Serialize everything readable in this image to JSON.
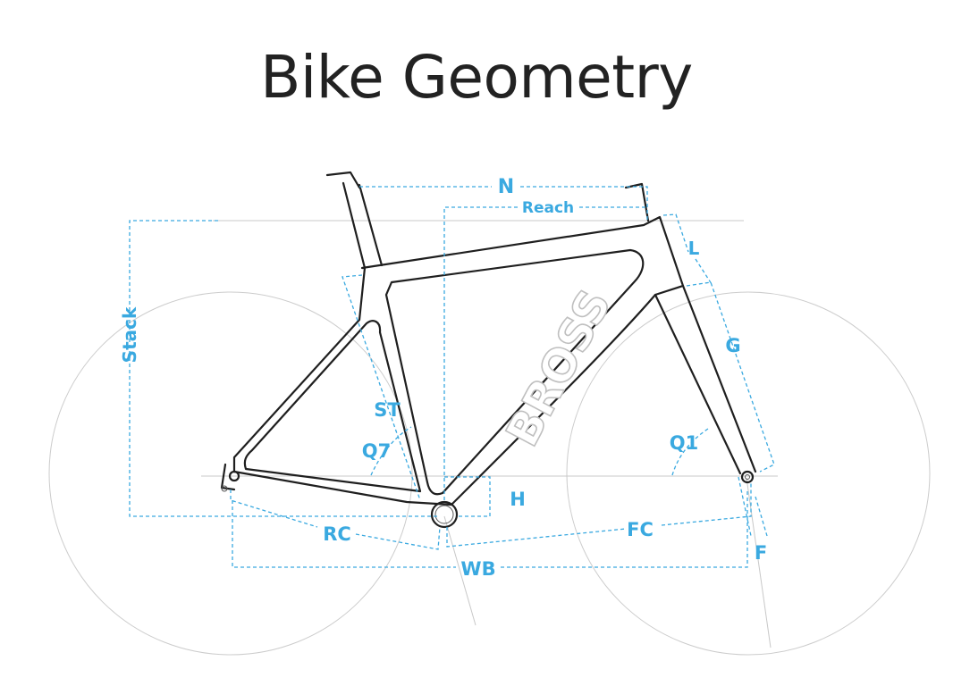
{
  "title": "Bike Geometry",
  "frame_brand": "BROSS",
  "labels": {
    "n": "N",
    "reach": "Reach",
    "l": "L",
    "stack": "Stack",
    "g": "G",
    "st": "ST",
    "q7": "Q7",
    "q1": "Q1",
    "h": "H",
    "rc": "RC",
    "fc": "FC",
    "wb": "WB",
    "f": "F"
  },
  "colors": {
    "dimension": "#3aa9e0",
    "frame": "#1f1f1f",
    "reference": "#c8c8c8",
    "title": "#222222"
  }
}
